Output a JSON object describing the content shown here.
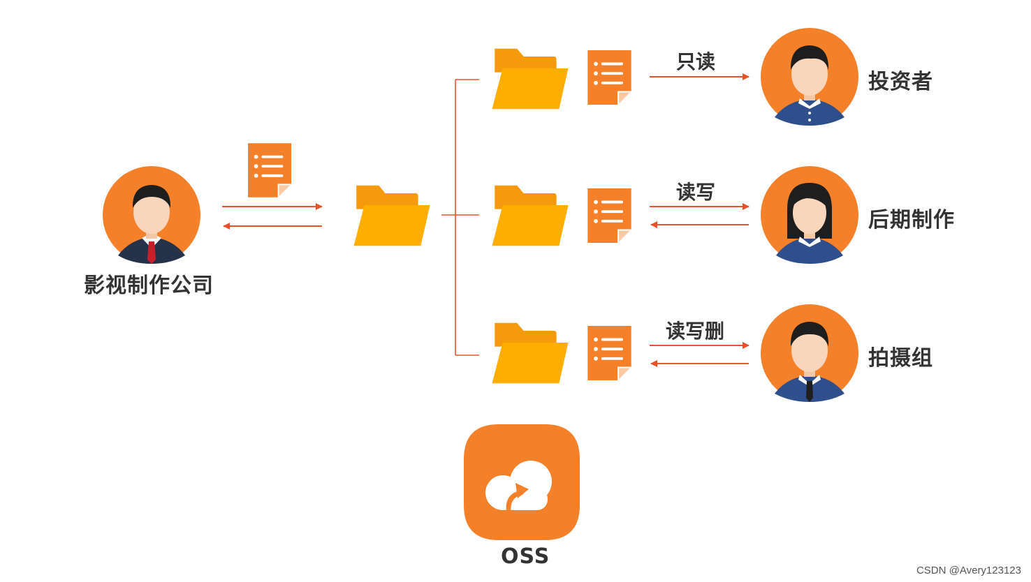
{
  "source": {
    "label": "影视制作公司"
  },
  "branches": [
    {
      "permission": "只读",
      "actor": "投资者",
      "avatar": "man",
      "two_way": false
    },
    {
      "permission": "读写",
      "actor": "后期制作",
      "avatar": "woman",
      "two_way": true
    },
    {
      "permission": "读写删",
      "actor": "拍摄组",
      "avatar": "man-tie",
      "two_way": true
    }
  ],
  "oss": {
    "label": "OSS"
  },
  "watermark": "CSDN @Avery123123",
  "colors": {
    "accent": "#F5802A",
    "arrow": "#E8522B",
    "folder": "#FFAE00",
    "folder_back": "#F59A0C",
    "text": "#333333"
  }
}
